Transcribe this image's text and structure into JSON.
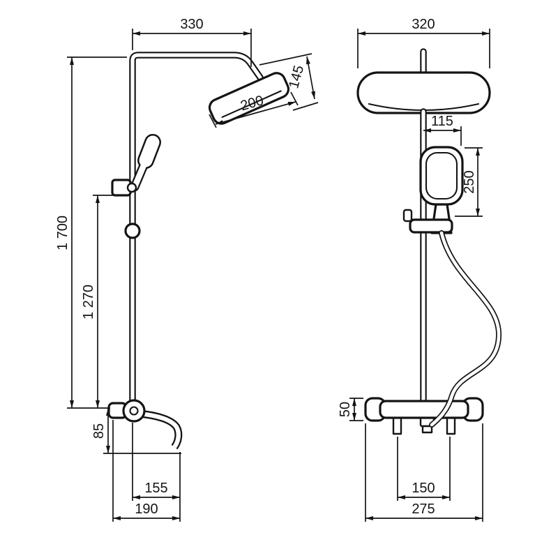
{
  "drawing": {
    "views": {
      "side": {
        "dims": {
          "arm_reach": "330",
          "head_depth": "145",
          "head_size": "200",
          "total_height": "1 700",
          "riser_height": "1 270",
          "spout_drop": "85",
          "spout_reach": "155",
          "overall_depth": "190"
        }
      },
      "front": {
        "dims": {
          "head_width": "320",
          "hand_shower_offset": "115",
          "hand_shower_length": "250",
          "mixer_height": "50",
          "connection_spacing": "150",
          "mixer_width": "275"
        }
      }
    }
  }
}
